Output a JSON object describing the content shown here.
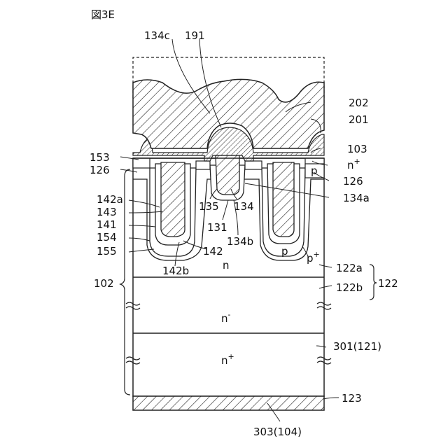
{
  "figure": {
    "label": "図3E"
  },
  "labels": {
    "l134c": "134c",
    "l191": "191",
    "l202": "202",
    "l201": "201",
    "l103": "103",
    "lnplus_top": "n",
    "lsup_plus_top": "+",
    "l153": "153",
    "l126_left": "126",
    "l126_right": "126",
    "lp_small": "p",
    "l142a": "142a",
    "l143": "143",
    "l141": "141",
    "l154": "154",
    "l155": "155",
    "l135": "135",
    "l134": "134",
    "l134a": "134a",
    "l131": "131",
    "l134b": "134b",
    "l142": "142",
    "l142b": "142b",
    "ln_region": "n",
    "lp_region": "p",
    "lpplus": "p",
    "lsup_pplus": "+",
    "l122a": "122a",
    "l122": "122",
    "l122b": "122b",
    "l102": "102",
    "lnminus": "n",
    "lsup_minus": "-",
    "l301": "301(121)",
    "lnplus_bottom": "n",
    "lsup_plus_bottom": "+",
    "l123": "123",
    "l303": "303(104)"
  }
}
